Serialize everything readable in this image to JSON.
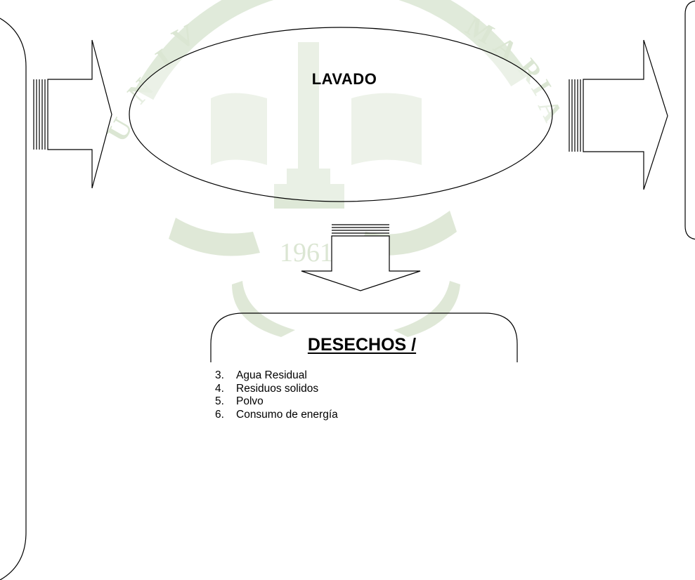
{
  "process": {
    "title": "LAVADO"
  },
  "waste": {
    "title": "DESECHOS /",
    "items": [
      {
        "num": "3.",
        "text": "Agua Residual"
      },
      {
        "num": "4.",
        "text": "Residuos solidos"
      },
      {
        "num": "5.",
        "text": "Polvo"
      },
      {
        "num": "6.",
        "text": "Consumo de energía"
      }
    ]
  },
  "watermark": {
    "year": "1961",
    "color": "#d7e3cd"
  }
}
